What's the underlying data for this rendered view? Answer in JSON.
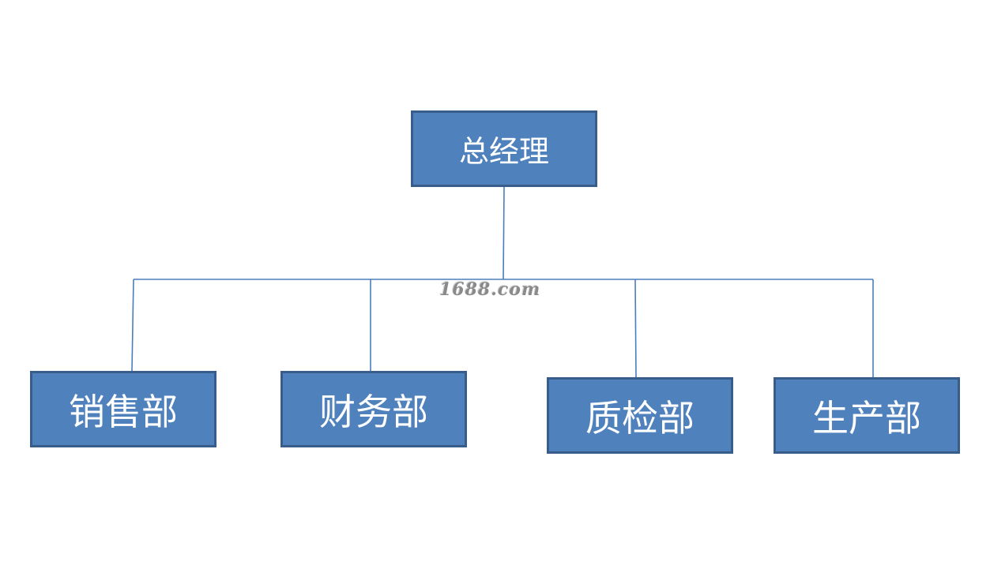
{
  "diagram": {
    "root": {
      "label": "总经理"
    },
    "departments": [
      {
        "id": "sales",
        "label": "销售部"
      },
      {
        "id": "finance",
        "label": "财务部"
      },
      {
        "id": "qc",
        "label": "质检部"
      },
      {
        "id": "production",
        "label": "生产部"
      }
    ]
  },
  "watermark": {
    "text": "1688.com"
  },
  "colors": {
    "box_fill": "#4f81bd",
    "box_border": "#385d8a",
    "connector": "#4a7ebb",
    "text": "#ffffff"
  }
}
